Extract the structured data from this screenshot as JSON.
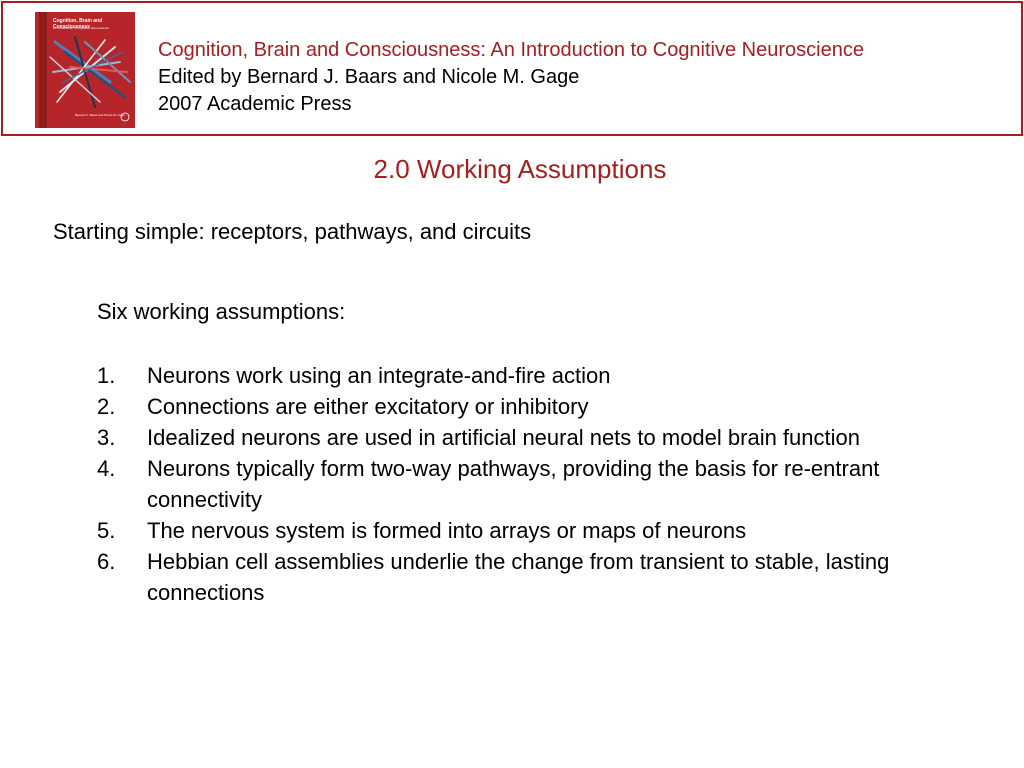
{
  "header": {
    "book_title": "Cognition, Brain and Consciousness: An Introduction to Cognitive Neuroscience",
    "editors": "Edited by Bernard J. Baars and Nicole M. Gage",
    "publisher": "2007 Academic Press",
    "cover": {
      "title": "Cognition, Brain and Consciousness",
      "subtitle": "An Introduction to Cognitive Neuroscience",
      "editors": "Bernard J. Baars and Nicole M. Gage",
      "background_color": "#b5252a"
    }
  },
  "colors": {
    "accent": "#a41e22",
    "text": "#000000",
    "background": "#ffffff"
  },
  "slide": {
    "title": "2.0 Working Assumptions",
    "subtitle": "Starting simple: receptors, pathways, and circuits",
    "intro": "Six working assumptions:",
    "items": [
      {
        "num": "1.",
        "text": "Neurons work using an integrate-and-fire action"
      },
      {
        "num": "2.",
        "text": "Connections are either excitatory or inhibitory"
      },
      {
        "num": "3.",
        "text": "Idealized neurons are used in artificial neural nets to model brain function"
      },
      {
        "num": "4.",
        "text": "Neurons typically form two-way pathways, providing the basis for re-entrant connectivity"
      },
      {
        "num": "5.",
        "text": "The nervous system is formed into arrays or maps of neurons"
      },
      {
        "num": "6.",
        "text": "Hebbian cell assemblies underlie the change from transient to stable, lasting connections"
      }
    ]
  }
}
